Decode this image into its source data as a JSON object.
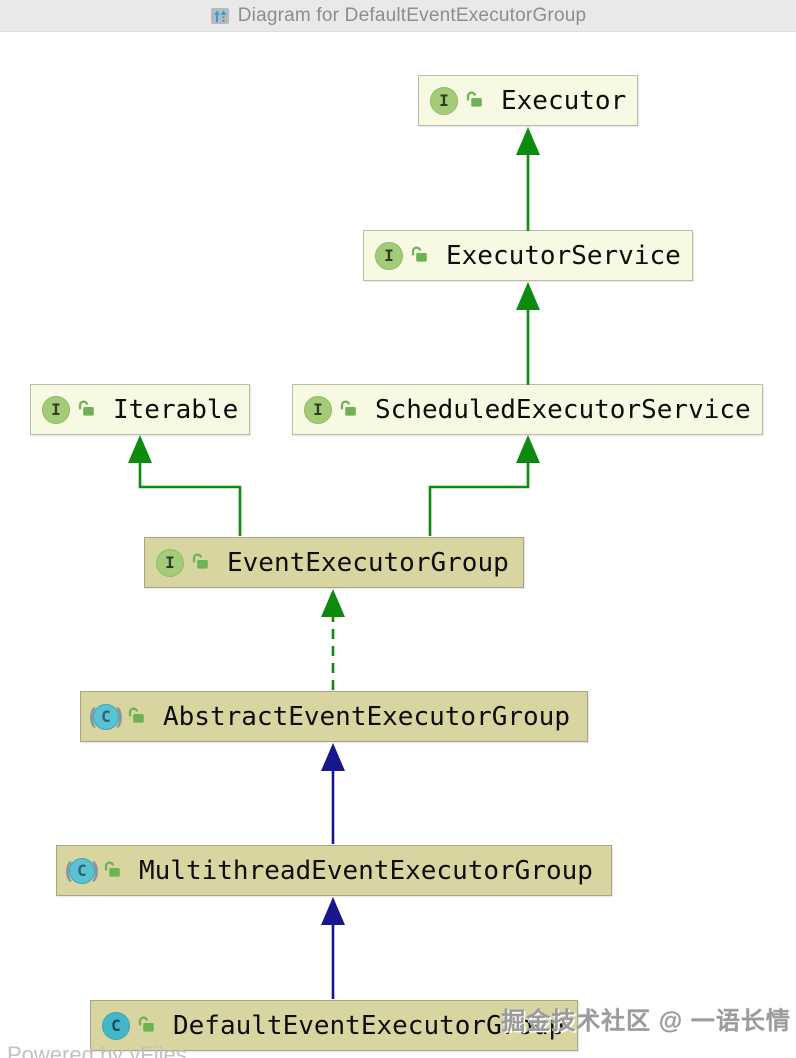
{
  "header": {
    "title": "Diagram for DefaultEventExecutorGroup",
    "icon": "hierarchy-arrows-icon"
  },
  "diagram": {
    "nodes": [
      {
        "label": "Executor",
        "kind": "interface",
        "icon_letter": "I",
        "visibility": "open-lock",
        "highlighted": false
      },
      {
        "label": "ExecutorService",
        "kind": "interface",
        "icon_letter": "I",
        "visibility": "open-lock",
        "highlighted": false
      },
      {
        "label": "Iterable",
        "kind": "interface",
        "icon_letter": "I",
        "visibility": "open-lock",
        "highlighted": false
      },
      {
        "label": "ScheduledExecutorService",
        "kind": "interface",
        "icon_letter": "I",
        "visibility": "open-lock",
        "highlighted": false
      },
      {
        "label": "EventExecutorGroup",
        "kind": "interface",
        "icon_letter": "I",
        "visibility": "open-lock",
        "highlighted": true
      },
      {
        "label": "AbstractEventExecutorGroup",
        "kind": "abstract-class",
        "icon_letter": "C",
        "visibility": "open-lock",
        "highlighted": true
      },
      {
        "label": "MultithreadEventExecutorGroup",
        "kind": "abstract-class",
        "icon_letter": "C",
        "visibility": "open-lock",
        "highlighted": true
      },
      {
        "label": "DefaultEventExecutorGroup",
        "kind": "class",
        "icon_letter": "C",
        "visibility": "open-lock",
        "highlighted": true
      }
    ],
    "edges": [
      {
        "from": "ExecutorService",
        "to": "Executor",
        "relation": "extends",
        "style": "solid",
        "color": "#0e8a0e"
      },
      {
        "from": "ScheduledExecutorService",
        "to": "ExecutorService",
        "relation": "extends",
        "style": "solid",
        "color": "#0e8a0e"
      },
      {
        "from": "EventExecutorGroup",
        "to": "Iterable",
        "relation": "extends",
        "style": "solid",
        "color": "#0e8a0e"
      },
      {
        "from": "EventExecutorGroup",
        "to": "ScheduledExecutorService",
        "relation": "extends",
        "style": "solid",
        "color": "#0e8a0e"
      },
      {
        "from": "AbstractEventExecutorGroup",
        "to": "EventExecutorGroup",
        "relation": "implements",
        "style": "dashed",
        "color": "#0e8a0e"
      },
      {
        "from": "MultithreadEventExecutorGroup",
        "to": "AbstractEventExecutorGroup",
        "relation": "extends",
        "style": "solid",
        "color": "#17178c"
      },
      {
        "from": "DefaultEventExecutorGroup",
        "to": "MultithreadEventExecutorGroup",
        "relation": "extends",
        "style": "solid",
        "color": "#17178c"
      }
    ]
  },
  "watermark": "掘金技术社区 @ 一语长情",
  "footer": {
    "powered_by": "Powered by yFiles"
  },
  "colors": {
    "titlebar_bg": "#e9e9e9",
    "title_text": "#8d8d8d",
    "interface_box_bg": "#f8f9e2",
    "highlighted_box_bg": "#d9d5a0",
    "box_border": "#bcbcaa",
    "interface_icon_bg": "#a3cb78",
    "class_icon_bg": "#43b6c9",
    "lock_green": "#6db355",
    "extends_green": "#0e8a0e",
    "extends_navy": "#17178c"
  }
}
